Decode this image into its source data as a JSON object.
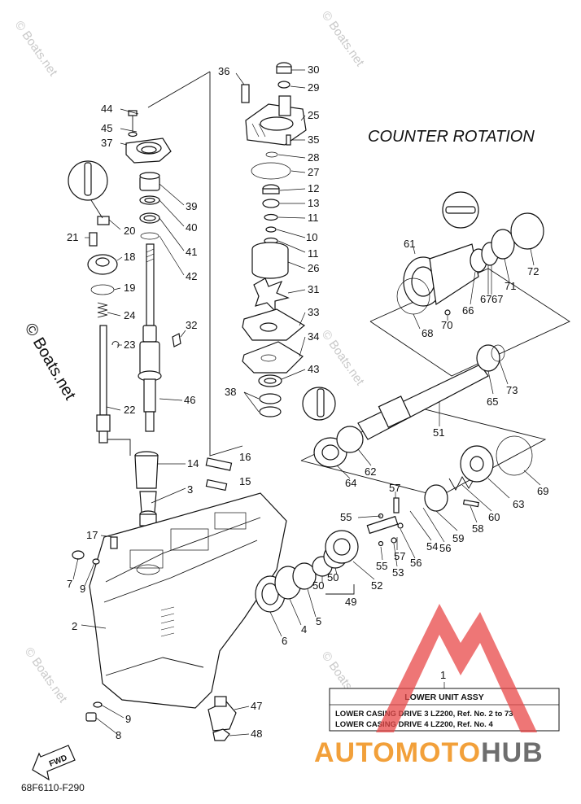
{
  "title": "COUNTER ROTATION",
  "figure_code": "68F6110-F290",
  "fwd_label": "FWD",
  "watermark": "© Boats.net",
  "side_watermark": "© Boats.net",
  "logo": {
    "part1": "AUTOMOTO",
    "part2": "HUB",
    "color1": "#f2a03a",
    "color2": "#6e6e6e",
    "mark_color": "#e84848"
  },
  "assembly_box": {
    "callout": "1",
    "header": "LOWER UNIT ASSY",
    "line1": "LOWER CASING DRIVE 3 LZ200, Ref. No. 2 to 73",
    "line2": "LOWER CASING DRIVE 4 LZ200, Ref. No. 4"
  },
  "callouts": [
    {
      "label": "2"
    },
    {
      "label": "3"
    },
    {
      "label": "4"
    },
    {
      "label": "5"
    },
    {
      "label": "6"
    },
    {
      "label": "7"
    },
    {
      "label": "8"
    },
    {
      "label": "9"
    },
    {
      "label": "9"
    },
    {
      "label": "10"
    },
    {
      "label": "11"
    },
    {
      "label": "11"
    },
    {
      "label": "12"
    },
    {
      "label": "13"
    },
    {
      "label": "14"
    },
    {
      "label": "15"
    },
    {
      "label": "16"
    },
    {
      "label": "17"
    },
    {
      "label": "18"
    },
    {
      "label": "19"
    },
    {
      "label": "20"
    },
    {
      "label": "21"
    },
    {
      "label": "22"
    },
    {
      "label": "23"
    },
    {
      "label": "24"
    },
    {
      "label": "25"
    },
    {
      "label": "26"
    },
    {
      "label": "27"
    },
    {
      "label": "28"
    },
    {
      "label": "29"
    },
    {
      "label": "30"
    },
    {
      "label": "31"
    },
    {
      "label": "32"
    },
    {
      "label": "33"
    },
    {
      "label": "34"
    },
    {
      "label": "35"
    },
    {
      "label": "36"
    },
    {
      "label": "37"
    },
    {
      "label": "38"
    },
    {
      "label": "39"
    },
    {
      "label": "40"
    },
    {
      "label": "41"
    },
    {
      "label": "42"
    },
    {
      "label": "43"
    },
    {
      "label": "44"
    },
    {
      "label": "45"
    },
    {
      "label": "46"
    },
    {
      "label": "47"
    },
    {
      "label": "48"
    },
    {
      "label": "49"
    },
    {
      "label": "50"
    },
    {
      "label": "50"
    },
    {
      "label": "51"
    },
    {
      "label": "52"
    },
    {
      "label": "53"
    },
    {
      "label": "54"
    },
    {
      "label": "55"
    },
    {
      "label": "55"
    },
    {
      "label": "56"
    },
    {
      "label": "56"
    },
    {
      "label": "57"
    },
    {
      "label": "57"
    },
    {
      "label": "58"
    },
    {
      "label": "59"
    },
    {
      "label": "60"
    },
    {
      "label": "61"
    },
    {
      "label": "62"
    },
    {
      "label": "63"
    },
    {
      "label": "64"
    },
    {
      "label": "65"
    },
    {
      "label": "66"
    },
    {
      "label": "67"
    },
    {
      "label": "67"
    },
    {
      "label": "68"
    },
    {
      "label": "69"
    },
    {
      "label": "70"
    },
    {
      "label": "71"
    },
    {
      "label": "72"
    },
    {
      "label": "73"
    }
  ]
}
